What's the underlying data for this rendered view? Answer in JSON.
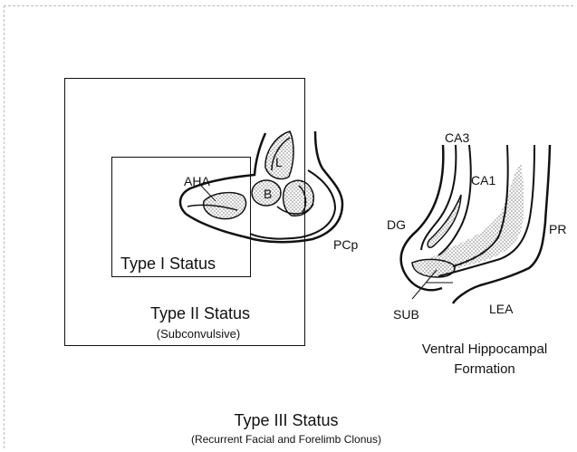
{
  "labels": {
    "aha": "AHA",
    "l": "L",
    "b": "B",
    "pcp": "PCp",
    "ca3": "CA3",
    "ca1": "CA1",
    "dg": "DG",
    "pr": "PR",
    "sub": "SUB",
    "lea": "LEA"
  },
  "type1": {
    "title": "Type I Status"
  },
  "type2": {
    "title": "Type II Status",
    "subtitle": "(Subconvulsive)"
  },
  "hippocampus": {
    "line1": "Ventral Hippocampal",
    "line2": "Formation"
  },
  "type3": {
    "title": "Type III Status",
    "subtitle": "(Recurrent Facial and Forelimb Clonus)"
  }
}
